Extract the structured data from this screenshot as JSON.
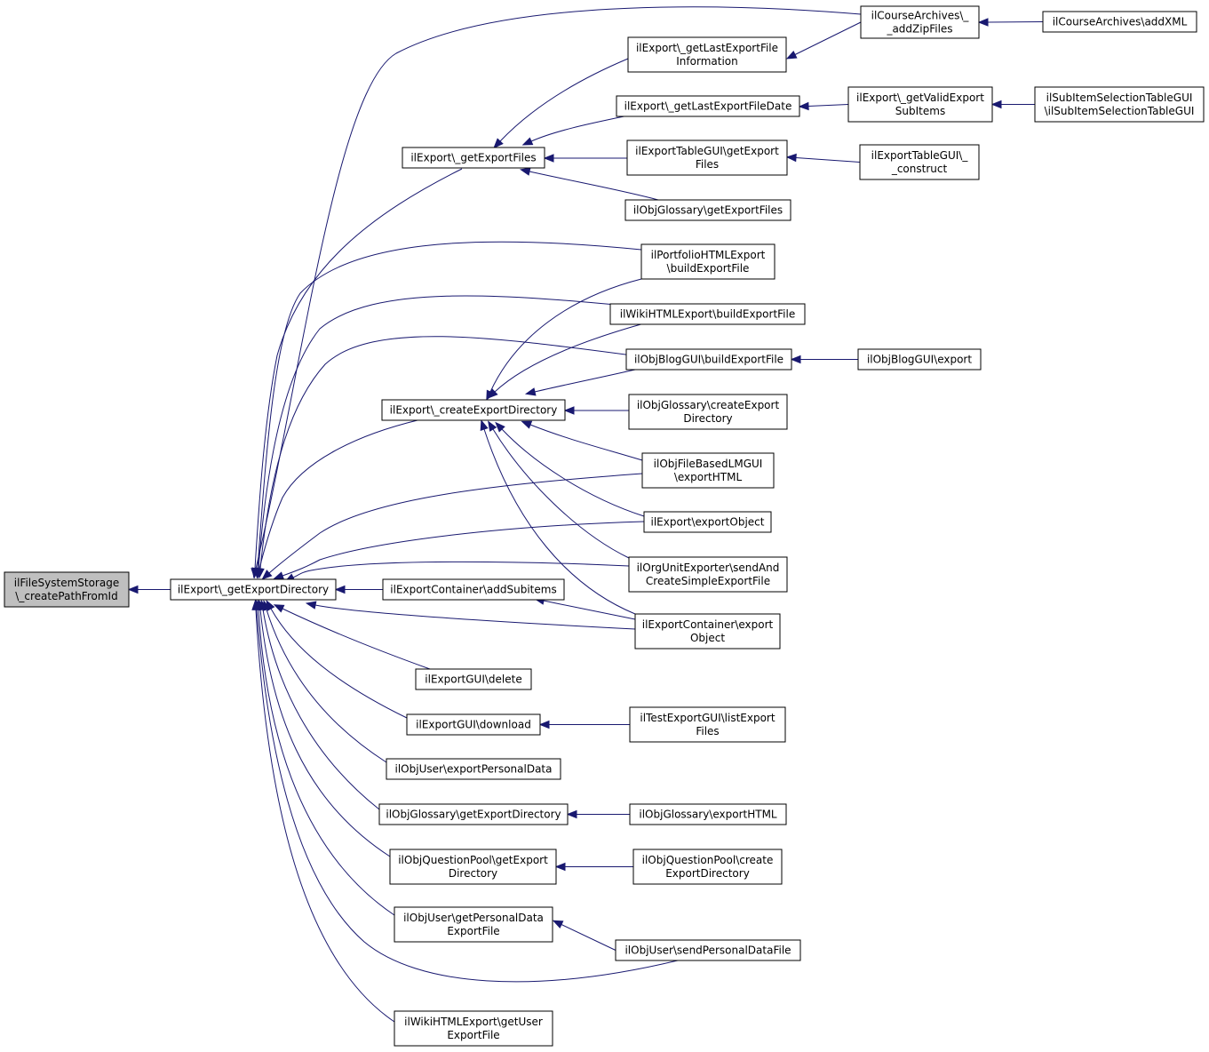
{
  "graph": {
    "edge_color": "#191970",
    "root_fill": "#bfbfbf",
    "nodes": [
      {
        "id": "n0",
        "lines": [
          "ilFileSystemStorage",
          "\\_createPathFromId"
        ],
        "highlighted": true
      },
      {
        "id": "n1",
        "lines": [
          "ilExport\\_getExportDirectory"
        ]
      },
      {
        "id": "n2",
        "lines": [
          "ilExport\\_getExportFiles"
        ]
      },
      {
        "id": "n3",
        "lines": [
          "ilExport\\_createExportDirectory"
        ]
      },
      {
        "id": "n4",
        "lines": [
          "ilExportContainer\\addSubitems"
        ]
      },
      {
        "id": "n5",
        "lines": [
          "ilExportGUI\\delete"
        ]
      },
      {
        "id": "n6",
        "lines": [
          "ilExportGUI\\download"
        ]
      },
      {
        "id": "n7",
        "lines": [
          "ilObjUser\\exportPersonalData"
        ]
      },
      {
        "id": "n8",
        "lines": [
          "ilObjGlossary\\getExportDirectory"
        ]
      },
      {
        "id": "n9",
        "lines": [
          "ilObjQuestionPool\\getExport",
          "Directory"
        ]
      },
      {
        "id": "n10",
        "lines": [
          "ilObjUser\\getPersonalData",
          "ExportFile"
        ]
      },
      {
        "id": "n11",
        "lines": [
          "ilWikiHTMLExport\\getUser",
          "ExportFile"
        ]
      },
      {
        "id": "n12",
        "lines": [
          "ilExport\\_getLastExportFile",
          "Information"
        ]
      },
      {
        "id": "n13",
        "lines": [
          "ilExport\\_getLastExportFileDate"
        ]
      },
      {
        "id": "n14",
        "lines": [
          "ilExportTableGUI\\getExport",
          "Files"
        ]
      },
      {
        "id": "n15",
        "lines": [
          "ilObjGlossary\\getExportFiles"
        ]
      },
      {
        "id": "n16",
        "lines": [
          "ilPortfolioHTMLExport",
          "\\buildExportFile"
        ]
      },
      {
        "id": "n17",
        "lines": [
          "ilWikiHTMLExport\\buildExportFile"
        ]
      },
      {
        "id": "n18",
        "lines": [
          "ilObjBlogGUI\\buildExportFile"
        ]
      },
      {
        "id": "n19",
        "lines": [
          "ilObjGlossary\\createExport",
          "Directory"
        ]
      },
      {
        "id": "n20",
        "lines": [
          "ilObjFileBasedLMGUI",
          "\\exportHTML"
        ]
      },
      {
        "id": "n21",
        "lines": [
          "ilExport\\exportObject"
        ]
      },
      {
        "id": "n22",
        "lines": [
          "ilOrgUnitExporter\\sendAnd",
          "CreateSimpleExportFile"
        ]
      },
      {
        "id": "n23",
        "lines": [
          "ilExportContainer\\export",
          "Object"
        ]
      },
      {
        "id": "n24",
        "lines": [
          "ilTestExportGUI\\listExport",
          "Files"
        ]
      },
      {
        "id": "n25",
        "lines": [
          "ilObjGlossary\\exportHTML"
        ]
      },
      {
        "id": "n26",
        "lines": [
          "ilObjQuestionPool\\create",
          "ExportDirectory"
        ]
      },
      {
        "id": "n27",
        "lines": [
          "ilObjUser\\sendPersonalDataFile"
        ]
      },
      {
        "id": "n28",
        "lines": [
          "ilCourseArchives\\_",
          "_addZipFiles"
        ]
      },
      {
        "id": "n29",
        "lines": [
          "ilExport\\_getValidExport",
          "SubItems"
        ]
      },
      {
        "id": "n30",
        "lines": [
          "ilExportTableGUI\\_",
          "_construct"
        ]
      },
      {
        "id": "n31",
        "lines": [
          "ilObjBlogGUI\\export"
        ]
      },
      {
        "id": "n32",
        "lines": [
          "ilCourseArchives\\addXML"
        ]
      },
      {
        "id": "n33",
        "lines": [
          "ilSubItemSelectionTableGUI",
          "\\ilSubItemSelectionTableGUI"
        ]
      }
    ],
    "edges": [
      {
        "from": "n1",
        "to": "n0"
      },
      {
        "from": "n2",
        "to": "n1"
      },
      {
        "from": "n3",
        "to": "n1"
      },
      {
        "from": "n4",
        "to": "n1"
      },
      {
        "from": "n5",
        "to": "n1"
      },
      {
        "from": "n6",
        "to": "n1"
      },
      {
        "from": "n7",
        "to": "n1"
      },
      {
        "from": "n8",
        "to": "n1"
      },
      {
        "from": "n9",
        "to": "n1"
      },
      {
        "from": "n10",
        "to": "n1"
      },
      {
        "from": "n11",
        "to": "n1"
      },
      {
        "from": "n28",
        "to": "n1"
      },
      {
        "from": "n16",
        "to": "n1"
      },
      {
        "from": "n17",
        "to": "n1"
      },
      {
        "from": "n18",
        "to": "n1"
      },
      {
        "from": "n20",
        "to": "n1"
      },
      {
        "from": "n21",
        "to": "n1"
      },
      {
        "from": "n22",
        "to": "n1"
      },
      {
        "from": "n23",
        "to": "n1"
      },
      {
        "from": "n27",
        "to": "n1"
      },
      {
        "from": "n12",
        "to": "n2"
      },
      {
        "from": "n13",
        "to": "n2"
      },
      {
        "from": "n14",
        "to": "n2"
      },
      {
        "from": "n15",
        "to": "n2"
      },
      {
        "from": "n16",
        "to": "n3"
      },
      {
        "from": "n17",
        "to": "n3"
      },
      {
        "from": "n18",
        "to": "n3"
      },
      {
        "from": "n19",
        "to": "n3"
      },
      {
        "from": "n20",
        "to": "n3"
      },
      {
        "from": "n21",
        "to": "n3"
      },
      {
        "from": "n22",
        "to": "n3"
      },
      {
        "from": "n23",
        "to": "n3"
      },
      {
        "from": "n23",
        "to": "n4"
      },
      {
        "from": "n24",
        "to": "n6"
      },
      {
        "from": "n25",
        "to": "n8"
      },
      {
        "from": "n26",
        "to": "n9"
      },
      {
        "from": "n27",
        "to": "n10"
      },
      {
        "from": "n28",
        "to": "n12"
      },
      {
        "from": "n29",
        "to": "n13"
      },
      {
        "from": "n30",
        "to": "n14"
      },
      {
        "from": "n31",
        "to": "n18"
      },
      {
        "from": "n32",
        "to": "n28"
      },
      {
        "from": "n33",
        "to": "n29"
      }
    ]
  }
}
